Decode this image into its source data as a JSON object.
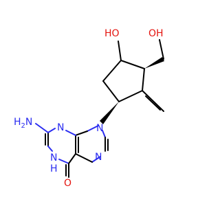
{
  "molecule": {
    "atoms": {
      "hydroxyl_ring": "HO",
      "hydroxymethyl": "OH",
      "amino": "H2N",
      "amino_h": "H",
      "amino_sub2": "2",
      "amino_n": "N",
      "n3": "N",
      "n9": "N",
      "n1_n": "N",
      "n1_h": "H",
      "n7": "N",
      "carbonyl_o": "O"
    },
    "colors": {
      "carbon": "#000000",
      "nitrogen": "#2a2cf0",
      "oxygen": "#e4140f"
    }
  }
}
